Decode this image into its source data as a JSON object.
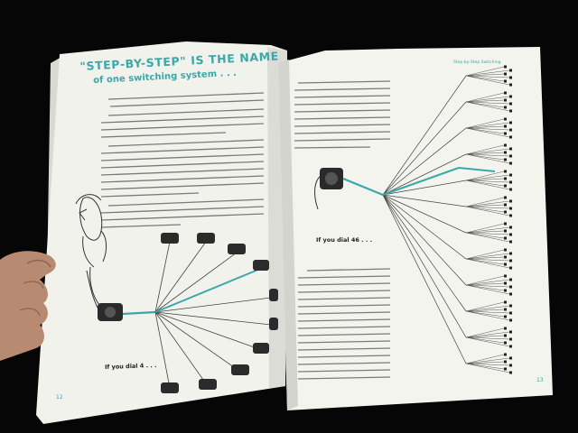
{
  "left_page": {
    "title_line1": "\"STEP-BY-STEP\" IS THE NAME",
    "title_line2": "of one switching system . . .",
    "caption": "If you dial 4 . . .",
    "page_number": "12"
  },
  "right_page": {
    "running_header": "Step-by-Step Switching",
    "caption": "If you dial 46 . . .",
    "page_number": "13"
  },
  "colors": {
    "accent_teal": "#3aa8a8",
    "page_white": "#f4f4ef",
    "background": "#060606"
  }
}
